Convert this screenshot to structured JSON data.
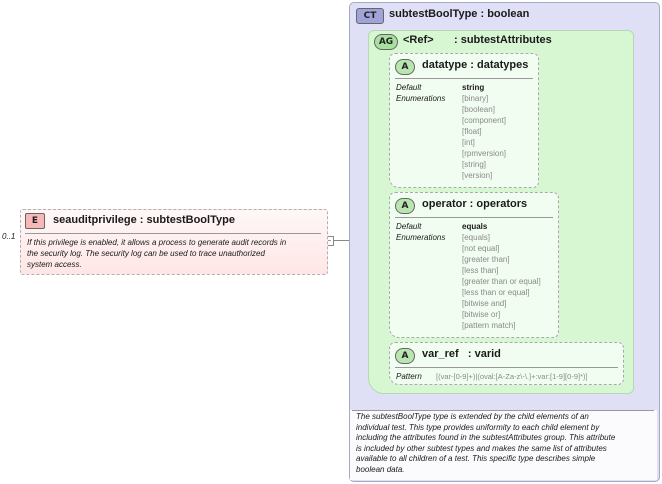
{
  "element": {
    "badge": "E",
    "title": "seauditprivilege : subtestBoolType",
    "cardinality": "0..1",
    "doc": [
      "If this privilege is enabled, it allows a process to generate audit records in",
      "the security log. The security log can be used to trace unauthorized",
      "system access."
    ]
  },
  "complex_type": {
    "badge": "CT",
    "title": "subtestBoolType : boolean",
    "doc": [
      "The subtestBoolType type is extended by the child elements of an",
      "individual test.  This type provides uniformity to each child element by",
      "including the attributes found in the subtestAttributes group.  This attribute",
      "is included by other subtest types and makes the same list of attributes",
      "available to all children of a test.  This specific type describes simple",
      "boolean data."
    ]
  },
  "attribute_group": {
    "badge": "AG",
    "ref": "<Ref>",
    "title": ": subtestAttributes"
  },
  "attributes": [
    {
      "badge": "A",
      "title": "datatype : datatypes",
      "default_label": "Default",
      "enum_label": "Enumerations",
      "default": "string",
      "enumerations": [
        "[binary]",
        "[boolean]",
        "[component]",
        "[float]",
        "[int]",
        "[rpmversion]",
        "[string]",
        "[version]"
      ]
    },
    {
      "badge": "A",
      "title": "operator : operators",
      "default_label": "Default",
      "enum_label": "Enumerations",
      "default": "equals",
      "enumerations": [
        "[equals]",
        "[not equal]",
        "[greater than]",
        "[less than]",
        "[greater than or equal]",
        "[less than or equal]",
        "[bitwise and]",
        "[bitwise or]",
        "[pattern match]"
      ]
    },
    {
      "badge": "A",
      "title": "var_ref   : varid",
      "pattern_label": "Pattern",
      "pattern": "[(var-[0-9]+)|(oval:[A-Za-z\\-\\.]+:var:[1-9][0-9]*)]"
    }
  ],
  "colors": {
    "element_badge": "#f7b8b8",
    "ct_badge": "#9fa3d8",
    "ag_badge": "#a9dfa0",
    "attr_badge": "#b9e6b0"
  }
}
